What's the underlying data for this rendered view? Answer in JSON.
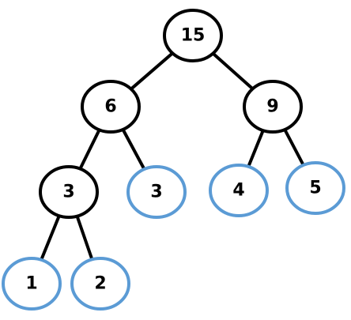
{
  "colors": {
    "edge": "#000000",
    "internal_node": "#000000",
    "leaf_node": "#5b9bd5",
    "label": "#000000"
  },
  "nodes": [
    {
      "id": "n15",
      "label": "15",
      "kind": "internal"
    },
    {
      "id": "n6",
      "label": "6",
      "kind": "internal"
    },
    {
      "id": "n9",
      "label": "9",
      "kind": "internal"
    },
    {
      "id": "n3a",
      "label": "3",
      "kind": "internal"
    },
    {
      "id": "n3b",
      "label": "3",
      "kind": "leaf"
    },
    {
      "id": "n4",
      "label": "4",
      "kind": "leaf"
    },
    {
      "id": "n5",
      "label": "5",
      "kind": "leaf"
    },
    {
      "id": "n1",
      "label": "1",
      "kind": "leaf"
    },
    {
      "id": "n2",
      "label": "2",
      "kind": "leaf"
    }
  ],
  "edges": [
    {
      "from": "n15",
      "to": "n6"
    },
    {
      "from": "n15",
      "to": "n9"
    },
    {
      "from": "n6",
      "to": "n3a"
    },
    {
      "from": "n6",
      "to": "n3b"
    },
    {
      "from": "n9",
      "to": "n4"
    },
    {
      "from": "n9",
      "to": "n5"
    },
    {
      "from": "n3a",
      "to": "n1"
    },
    {
      "from": "n3a",
      "to": "n2"
    }
  ]
}
